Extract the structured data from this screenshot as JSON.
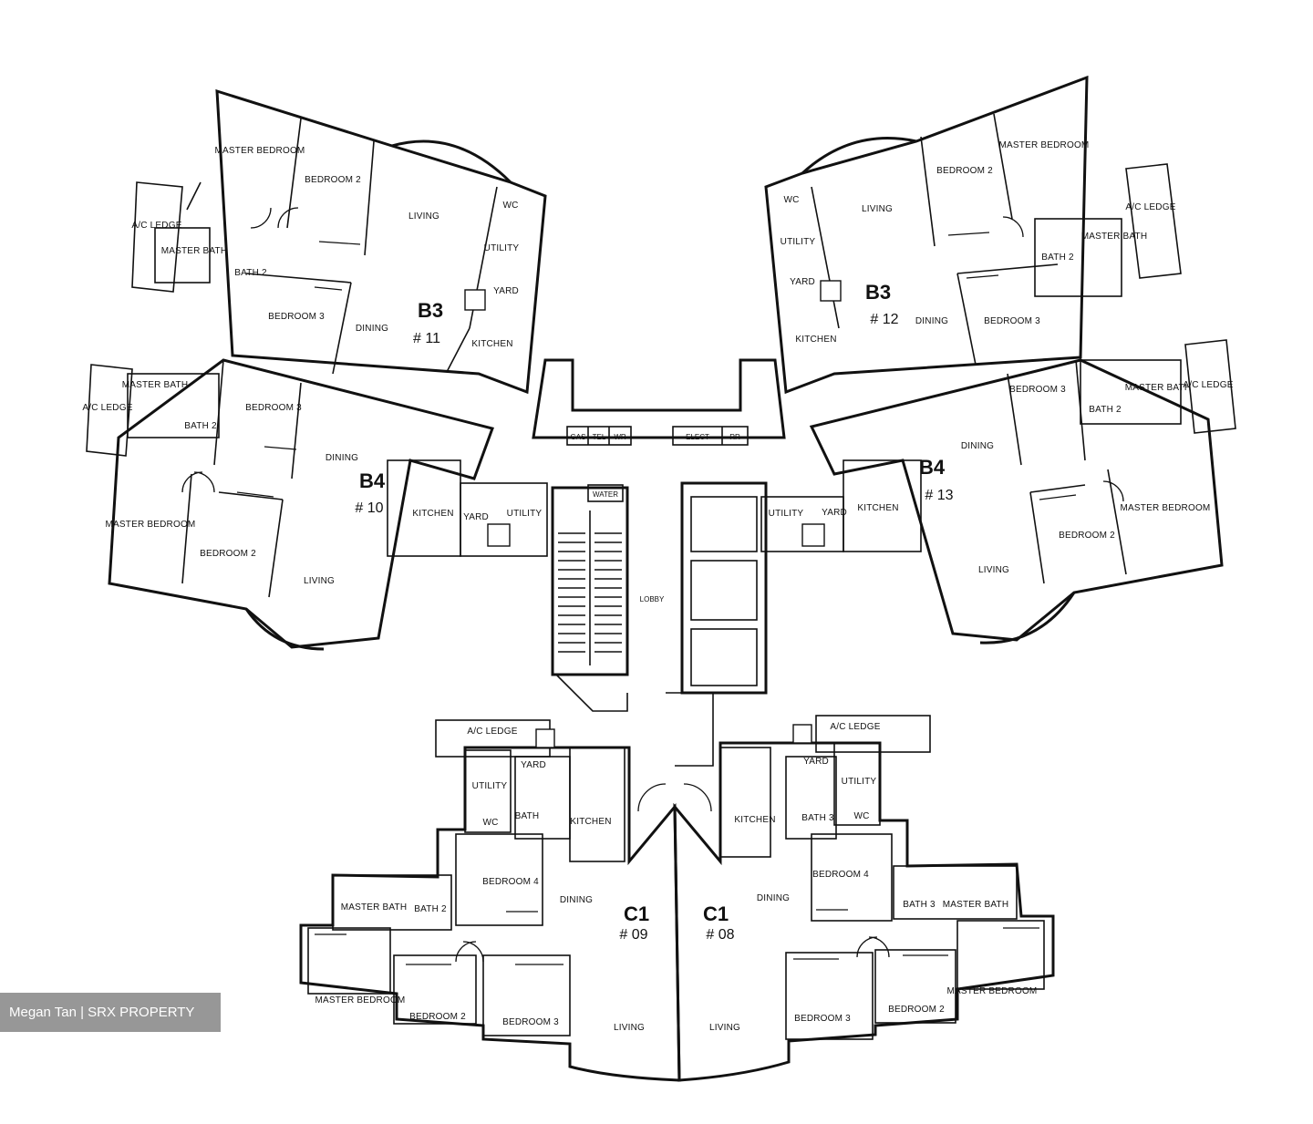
{
  "units": [
    {
      "id": "u11",
      "type": "B3",
      "number": "# 11"
    },
    {
      "id": "u10",
      "type": "B4",
      "number": "# 10"
    },
    {
      "id": "u12",
      "type": "B3",
      "number": "# 12"
    },
    {
      "id": "u13",
      "type": "B4",
      "number": "# 13"
    },
    {
      "id": "u09",
      "type": "C1",
      "number": "# 09"
    },
    {
      "id": "u08",
      "type": "C1",
      "number": "# 08"
    }
  ],
  "rooms": {
    "master_bedroom": "MASTER BEDROOM",
    "bedroom2": "BEDROOM 2",
    "bedroom3": "BEDROOM 3",
    "bedroom4": "BEDROOM 4",
    "living": "LIVING",
    "dining": "DINING",
    "kitchen": "KITCHEN",
    "utility": "UTILITY",
    "yard": "YARD",
    "wc": "WC",
    "master_bath": "MASTER BATH",
    "bath2": "BATH 2",
    "bath3": "BATH 3",
    "bath": "BATH",
    "ac_ledge": "A/C LEDGE",
    "lobby": "LOBBY"
  },
  "services": {
    "gas": "GAS",
    "tel": "TEL",
    "wr": "WR",
    "elect": "ELECT",
    "rr": "RR",
    "water": "WATER"
  },
  "watermark": "Megan Tan | SRX PROPERTY"
}
